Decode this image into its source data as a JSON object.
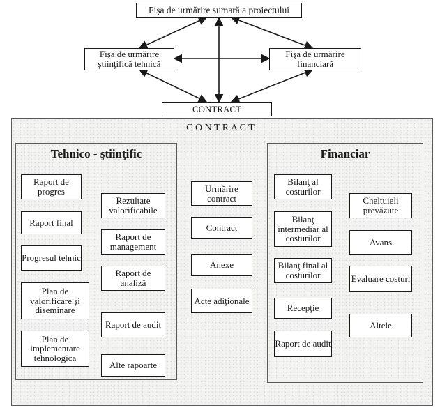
{
  "top": {
    "summary_sheet": "Fişa de urmărire sumară a proiectului",
    "tech_sheet": "Fişa de urmărire ştiinţifică tehnică",
    "fin_sheet": "Fişa de urmărire financiară",
    "contract": "CONTRACT"
  },
  "bottom": {
    "title": "C O N T R A C T",
    "tech": {
      "title": "Tehnico - ştiinţific",
      "left_items": [
        "Raport de progres",
        "Raport final",
        "Progresul tehnic",
        "Plan de valorificare şi diseminare",
        "Plan de implementare tehnologica"
      ],
      "right_items": [
        "Rezultate valorificabile",
        "Raport de management",
        "Raport de analiză",
        "Raport de audit",
        "Alte rapoarte"
      ]
    },
    "middle": [
      "Urmărire contract",
      "Contract",
      "Anexe",
      "Acte adiţionale"
    ],
    "fin": {
      "title": "Financiar",
      "left_items": [
        "Bilanţ al costurilor",
        "Bilanţ intermediar al costurilor",
        "Bilanţ final al costurilor",
        "Recepţie",
        "Raport de audit"
      ],
      "right_items": [
        "Cheltuieli prevăzute",
        "Avans",
        "Evaluare costuri",
        "Altele"
      ]
    }
  }
}
